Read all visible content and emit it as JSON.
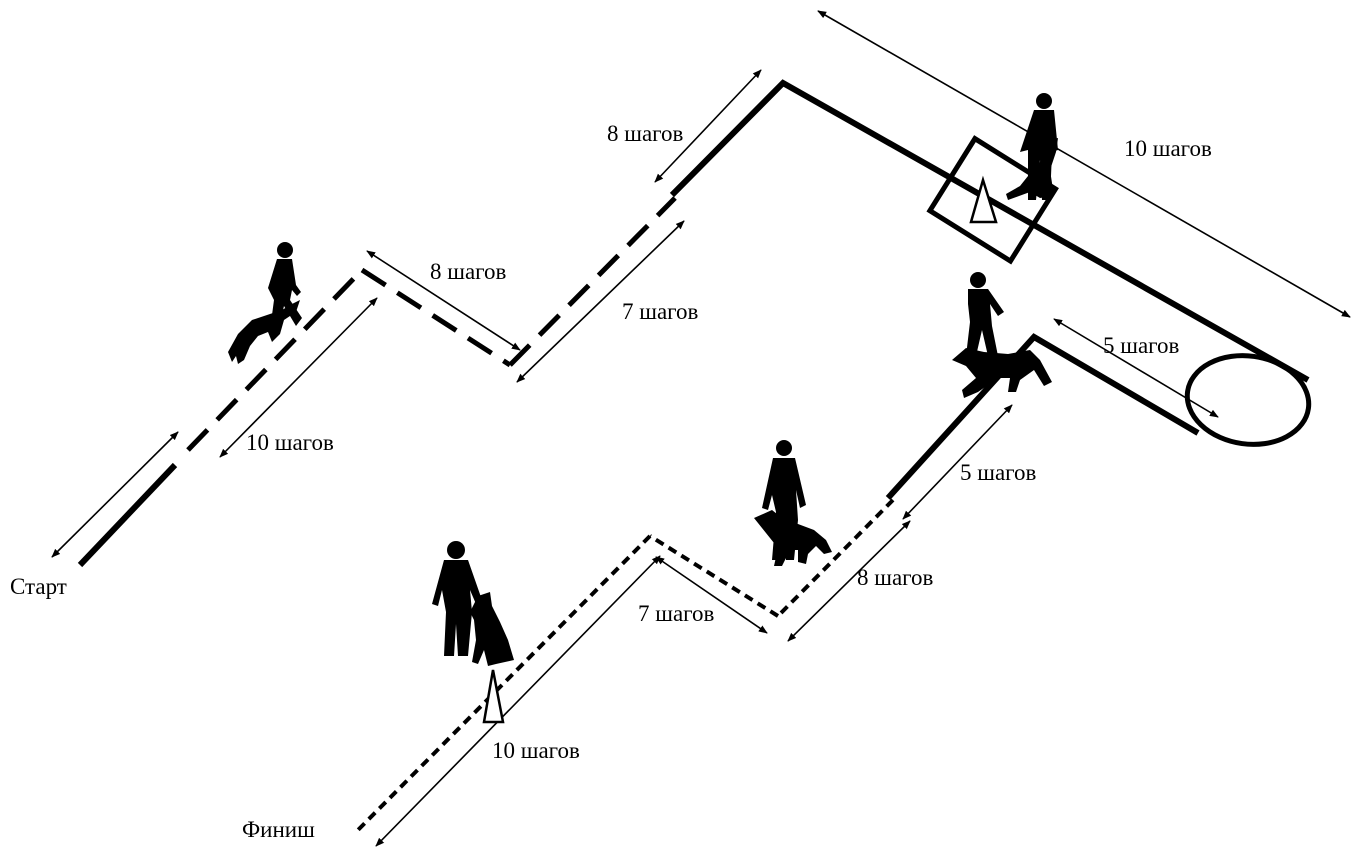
{
  "labels": {
    "start": "Старт",
    "finish": "Финиш",
    "seg_start": "10 шагов",
    "seg_peak1": "8 шагов",
    "seg_rise2": "7 шагов",
    "seg_top_short": "8 шагов",
    "seg_top_long": "10 шагов",
    "seg_circle": "5 шагов",
    "seg_right_down": "5 шагов",
    "seg_mid_down": "8 шагов",
    "seg_valley": "7 шагов",
    "seg_finish": "10 шагов"
  },
  "colors": {
    "ink": "#000000",
    "background": "#ffffff"
  },
  "icons": [
    "running-handler-icon",
    "walking-handler-icon",
    "standing-handler-icon",
    "dog-icon",
    "cone-icon"
  ]
}
